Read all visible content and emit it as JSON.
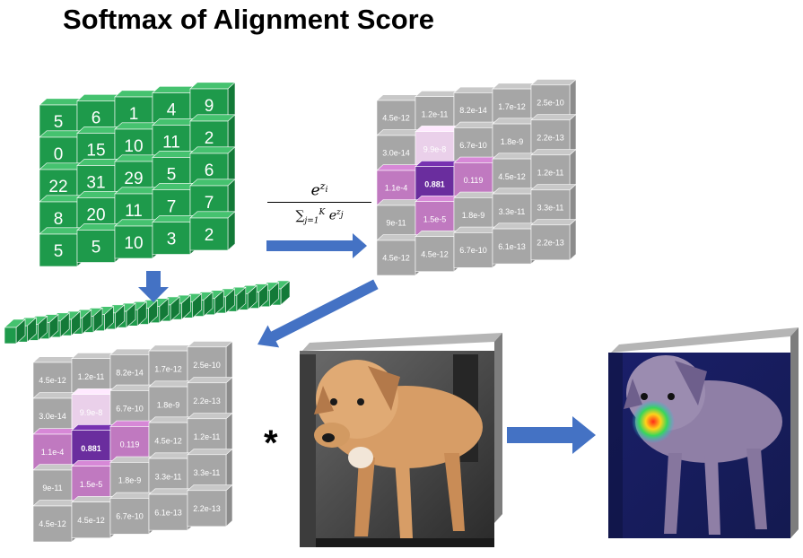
{
  "title": "Softmax of Alignment Score",
  "score_grid": [
    [
      "5",
      "6",
      "1",
      "4",
      "9"
    ],
    [
      "0",
      "15",
      "10",
      "11",
      "2"
    ],
    [
      "22",
      "31",
      "29",
      "5",
      "6"
    ],
    [
      "8",
      "20",
      "11",
      "7",
      "7"
    ],
    [
      "5",
      "5",
      "10",
      "3",
      "2"
    ]
  ],
  "softmax_grid": [
    [
      "4.5e-12",
      "1.2e-11",
      "8.2e-14",
      "1.7e-12",
      "2.5e-10"
    ],
    [
      "3.0e-14",
      "9.9e-8",
      "6.7e-10",
      "1.8e-9",
      "2.2e-13"
    ],
    [
      "1.1e-4",
      "0.881",
      "0.119",
      "4.5e-12",
      "1.2e-11"
    ],
    [
      "9e-11",
      "1.5e-5",
      "1.8e-9",
      "3.3e-11",
      "3.3e-11"
    ],
    [
      "4.5e-12",
      "4.5e-12",
      "6.7e-10",
      "6.1e-13",
      "2.2e-13"
    ]
  ],
  "highlight": [
    [
      1,
      1,
      "#ead0ea"
    ],
    [
      2,
      0,
      "#c079c0"
    ],
    [
      2,
      1,
      "#6a2d9e"
    ],
    [
      2,
      2,
      "#c079c0"
    ],
    [
      3,
      1,
      "#c079c0"
    ]
  ],
  "colors": {
    "green_front": "#1e9a4b",
    "green_top": "#45c26f",
    "grey_front": "#a6a6a6",
    "arrow": "#4472c4"
  },
  "formula": {
    "numerator": "e^{z_i}",
    "denominator": "∑_{j=1}^{K} e^{z_j}"
  },
  "operator": "*",
  "images": [
    "puppy-photo",
    "puppy-attention-heatmap"
  ]
}
